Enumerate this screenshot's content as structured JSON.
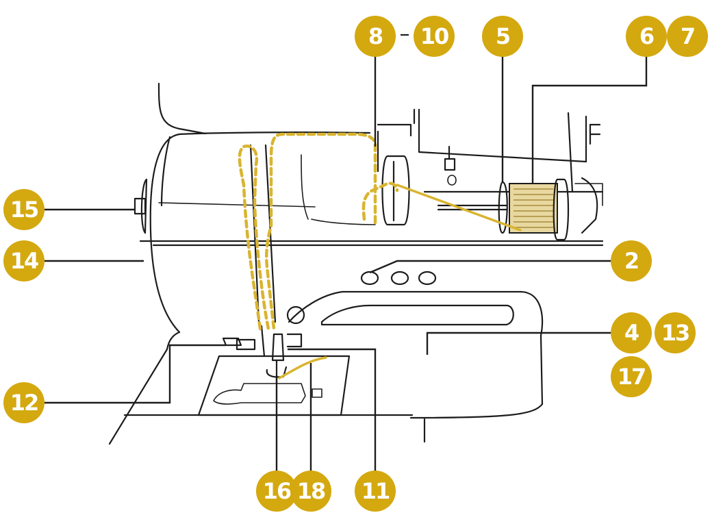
{
  "colors": {
    "badge": "#d4a80f",
    "thread": "#d9b430",
    "spool": "#e8d8a0"
  },
  "callouts": {
    "c2": "2",
    "c4": "4",
    "c5": "5",
    "c6": "6",
    "c7": "7",
    "c8": "8",
    "c10": "10",
    "c11": "11",
    "c12": "12",
    "c13": "13",
    "c14": "14",
    "c15": "15",
    "c16": "16",
    "c17": "17",
    "c18": "18",
    "range_separator": "–"
  }
}
